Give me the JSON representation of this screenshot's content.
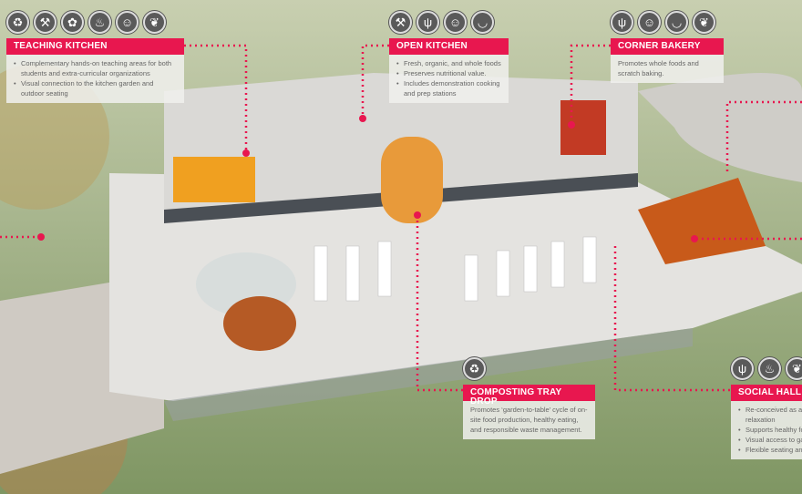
{
  "callouts": {
    "teaching_kitchen": {
      "title": "TEACHING KITCHEN",
      "icons": [
        "recycle-icon",
        "harvest-icon",
        "gardening-icon",
        "chimney-icon",
        "chef-icon",
        "hand-sprout-icon"
      ],
      "items": [
        "Complementary hands-on teaching areas for both students and extra-curricular organizations",
        "Visual connection to the kitchen garden and outdoor seating"
      ]
    },
    "open_kitchen": {
      "title": "OPEN KITCHEN",
      "icons": [
        "harvest-icon",
        "grass-icon",
        "chef-icon",
        "bowl-icon"
      ],
      "items": [
        "Fresh, organic, and whole foods",
        "Preserves nutritional value.",
        "Includes demonstration cooking and prep stations"
      ]
    },
    "corner_bakery": {
      "title": "CORNER BAKERY",
      "icons": [
        "grass-icon",
        "chef-icon",
        "bowl-icon",
        "hand-sprout-icon"
      ],
      "text": "Promotes whole foods and scratch baking."
    },
    "composting": {
      "title": "COMPOSTING TRAY DROP",
      "icons": [
        "recycle-icon"
      ],
      "text": "Promotes ‘garden-to-table’ cycle of on-site food production, healthy eating, and responsible waste management."
    },
    "social_hall": {
      "title": "SOCIAL HALL",
      "icons": [
        "grass-icon",
        "chimney-icon",
        "hand-sprout-icon"
      ],
      "items": [
        "Re-conceived as a p",
        "relaxation",
        "Supports healthy fo",
        "Visual access to gar",
        "Flexible seating arra"
      ]
    }
  },
  "colors": {
    "accent": "#e8174f",
    "grass": "#8fa06e"
  }
}
